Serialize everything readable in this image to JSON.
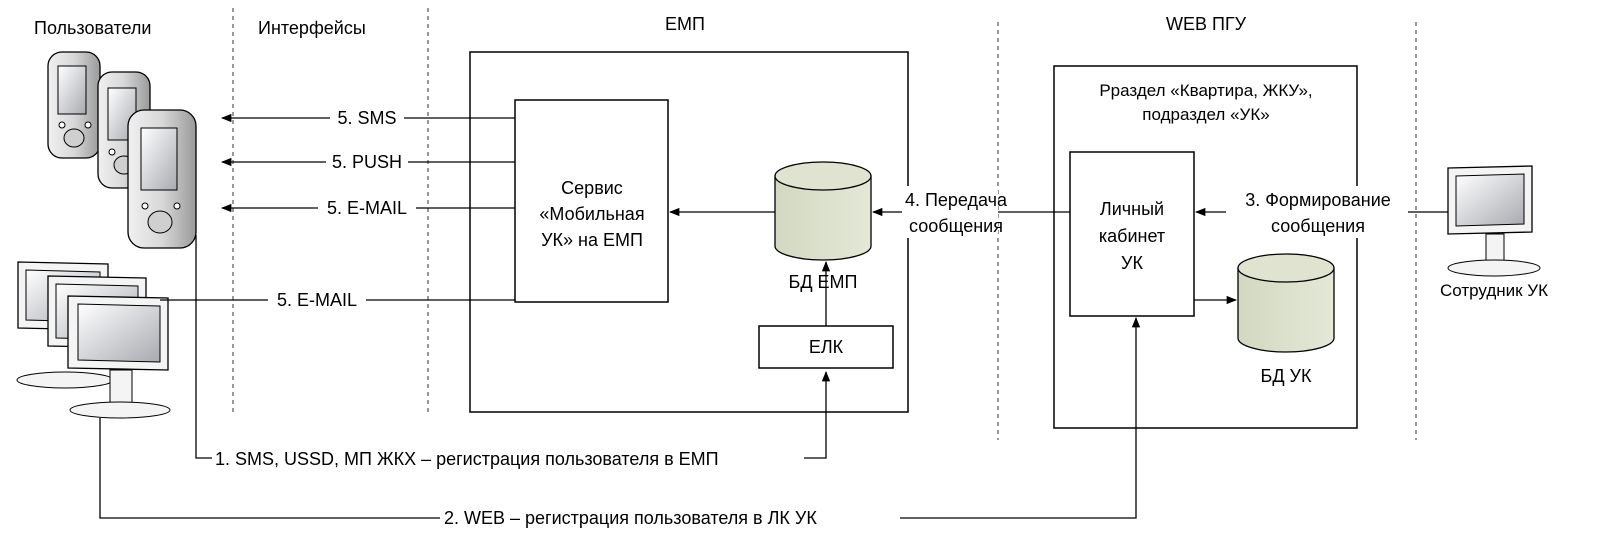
{
  "columns": {
    "users": "Пользователи",
    "interfaces": "Интерфейсы",
    "emp": "ЕМП",
    "web": "WEB ПГУ"
  },
  "emp": {
    "service_line1": "Сервис",
    "service_line2": "«Мобильная",
    "service_line3": "УК»  на ЕМП",
    "db": "БД ЕМП",
    "elk": "ЕЛК"
  },
  "web": {
    "section_line1": "Рраздел «Квартира, ЖКУ»,",
    "section_line2": "подраздел «УК»",
    "cabinet_line1": "Личный",
    "cabinet_line2": "кабинет",
    "cabinet_line3": "УК",
    "db": "БД УК"
  },
  "employee": "Сотрудник УК",
  "flows": {
    "sms": "5. SMS",
    "push": "5. PUSH",
    "email1": "5. E-MAIL",
    "email2": "5. E-MAIL",
    "transfer_line1": "4. Передача",
    "transfer_line2": "сообщения",
    "forming_line1": "3. Формирование",
    "forming_line2": "сообщения",
    "reg_emp": "1. SMS, USSD, МП ЖКХ – регистрация пользователя в ЕМП",
    "reg_web": "2. WEB – регистрация пользователя  в ЛК УК"
  },
  "icons": {
    "phones": "mobile-phone-icon",
    "computers": "desktop-computer-icon",
    "employee": "desktop-computer-icon",
    "database": "database-cylinder-icon"
  }
}
